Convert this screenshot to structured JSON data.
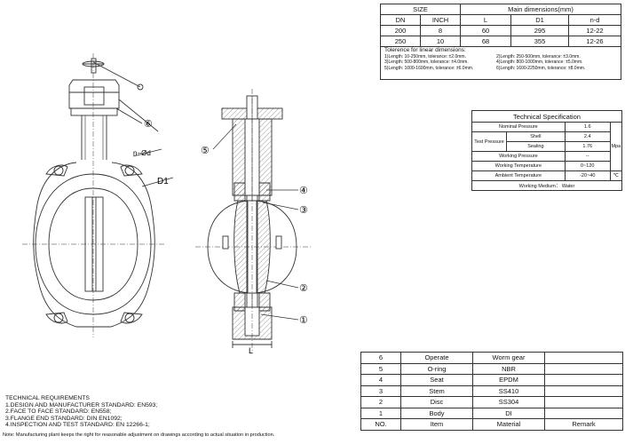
{
  "dimensions": {
    "header_size": "SIZE",
    "header_main": "Main dimensions(mm)",
    "columns": [
      "DN",
      "INCH",
      "L",
      "D1",
      "n-d"
    ],
    "rows": [
      [
        "200",
        "8",
        "60",
        "295",
        "12-22"
      ],
      [
        "250",
        "10",
        "68",
        "355",
        "12-26"
      ]
    ]
  },
  "tolerance": {
    "title": "Tolerence for linear dimensions:",
    "items": [
      "1)Length: 10-250mm, tolerance: ±2.0mm.",
      "2)Length: 250-500mm, tolerance: ±3.0mm.",
      "3)Length: 500-800mm, tolerance: ±4.0mm.",
      "4)Length: 800-1000mm, tolerance: ±5.0mm.",
      "5)Length: 1000-1600mm, tolerance: ±6.0mm.",
      "6)Length: 1600-2250mm, tolerance: ±8.0mm."
    ]
  },
  "spec": {
    "title": "Technical  Specification",
    "nominal_label": "Nominal Pressure",
    "nominal_value": "1.6",
    "test_label": "Test Pressure",
    "shell_label": "Shell",
    "shell_value": "2.4",
    "sealing_label": "Sealing",
    "sealing_value": "1.76",
    "mpa": "Mpa",
    "working_pressure_label": "Working Pressure",
    "working_pressure_value": "--",
    "working_temp_label": "Working Temperature",
    "working_temp_value": "0~120",
    "ambient_temp_label": "Ambient Temperature",
    "ambient_temp_value": "-20~40",
    "temp_unit": "℃",
    "medium": "Working Medium： Water"
  },
  "bom": {
    "rows": [
      [
        "6",
        "Operate",
        "Worm gear",
        ""
      ],
      [
        "5",
        "O-ring",
        "NBR",
        ""
      ],
      [
        "4",
        "Seat",
        "EPDM",
        ""
      ],
      [
        "3",
        "Stem",
        "SS410",
        ""
      ],
      [
        "2",
        "Disc",
        "SS304",
        ""
      ],
      [
        "1",
        "Body",
        "DI",
        ""
      ]
    ],
    "header": [
      "NO.",
      "Item",
      "Material",
      "Remark"
    ]
  },
  "requirements": {
    "title": "TECHNICAL REQUIREMENTS",
    "items": [
      "1.DESIGN AND MANUFACTURER STANDARD: EN593;",
      "2.FACE TO FACE STANDARD: EN558;",
      "3.FLANGE END STANDARD: DIN EN1092;",
      "4.INSPECTION AND TEST STANDARD: EN 12266-1;"
    ]
  },
  "note": "Note: Manufacturing plant keeps the right for reasonable adjustment on drawings according to actual situation in production.",
  "drawing": {
    "d1_label": "D1",
    "nd_label": "n−Ød",
    "l_label": "L",
    "callouts": [
      "①",
      "②",
      "③",
      "④",
      "⑤",
      "⑥"
    ]
  }
}
